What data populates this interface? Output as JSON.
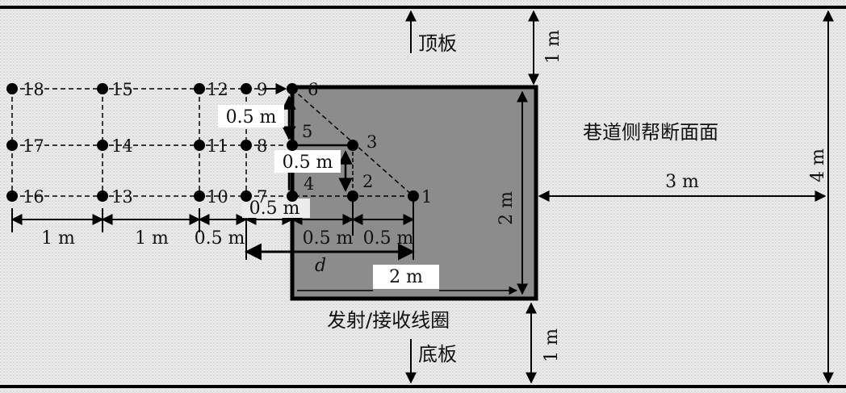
{
  "labels": {
    "roof": "顶板",
    "floor": "底板",
    "tunnel_section": "巷道侧帮断面面",
    "coil": "发射/接收线圈",
    "d": "d"
  },
  "dimensions": {
    "top_gap": "1 m",
    "bottom_gap": "1 m",
    "height_total": "4 m",
    "tunnel_width": "3 m",
    "coil_height": "2 m",
    "coil_width": "2 m",
    "spacing_1m_a": "1 m",
    "spacing_1m_b": "1 m",
    "spacing_05m_a": "0.5 m",
    "spacing_05m_b": "0.5 m",
    "inner_05m_a": "0.5 m",
    "inner_05m_b": "0.5 m",
    "vert_05m_a": "0.5 m",
    "vert_05m_b": "0.5 m"
  },
  "points": [
    "1",
    "2",
    "3",
    "4",
    "5",
    "6",
    "7",
    "8",
    "9",
    "10",
    "11",
    "12",
    "13",
    "14",
    "15",
    "16",
    "17",
    "18"
  ],
  "colors": {
    "coil_fill": "#8c8c8c",
    "background": "#e9e9e9",
    "line": "#000000"
  }
}
